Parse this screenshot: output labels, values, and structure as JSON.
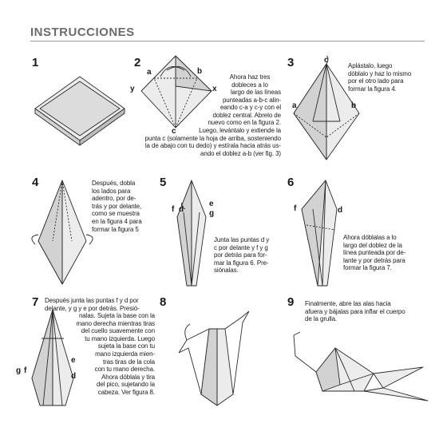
{
  "title": "INSTRUCCIONES",
  "steps": [
    {
      "number": "1",
      "lines": []
    },
    {
      "number": "2",
      "lines": [
        "Ahora haz tres",
        "dobleces a lo",
        "largo de las líneas",
        "punteadas a-b-c alin-",
        "eando c-a y c-y con el",
        "doblez central. Abrelo de",
        "nuevo como en la figura 2.",
        "Luego, levántalo y extiende la",
        "punta c (solamente la hoja de arriba, sosteniendo",
        "la de abajo con tu dedo) y estírala hacia atrás us-",
        "ando el doblez a-b (ver fig. 3)"
      ],
      "labels": [
        "a",
        "b",
        "y",
        "x",
        "c"
      ]
    },
    {
      "number": "3",
      "lines": [
        "Aplástalo, luego",
        "dóblalo y haz lo mismo",
        "por el otro lado para",
        "formar la figura 4."
      ],
      "labels": [
        "c",
        "a",
        "b"
      ]
    },
    {
      "number": "4",
      "lines": [
        "Después, dobla",
        "los lados para",
        "adentro, por de-",
        "trás y por delante,",
        "como se muestra",
        "en la figura 4 para",
        "formar la figura 5"
      ]
    },
    {
      "number": "5",
      "lines": [
        "Junta las puntas d y",
        "c por delante y f y g",
        "por detrás para for-",
        "mar la figura 6. Pre-",
        "siónalas."
      ],
      "labels": [
        "f",
        "d",
        "e",
        "g"
      ]
    },
    {
      "number": "6",
      "lines": [
        "Ahora dóblalas a lo",
        "largo del doblez de la",
        "línea punteada por de-",
        "lante y por detrás para",
        "formar la figura 7."
      ],
      "labels": [
        "f",
        "d"
      ]
    },
    {
      "number": "7",
      "lines": [
        "Después junta las puntas f y d por",
        "delante, y g y e por detrás. Presió-",
        "nalas. Sujeta la base con la",
        "mano derecha mientras tiras",
        "del cuello suavemente con",
        "tu mano izquierda. Luego",
        "sujeta la base con tu",
        "mano izquierda mien-",
        "tras tiras de la cola",
        "con tu mano derecha.",
        "Ahora dóblala y tira",
        "del pico, sujetando la",
        "cabeza. Ver figura 8."
      ],
      "labels": [
        "g",
        "f",
        "e",
        "d"
      ]
    },
    {
      "number": "8",
      "lines": []
    },
    {
      "number": "9",
      "lines": [
        "Finalmente, abre las alas hacia",
        "afuera y bájalas para inflar el cuerpo",
        "de la grulla."
      ]
    }
  ]
}
